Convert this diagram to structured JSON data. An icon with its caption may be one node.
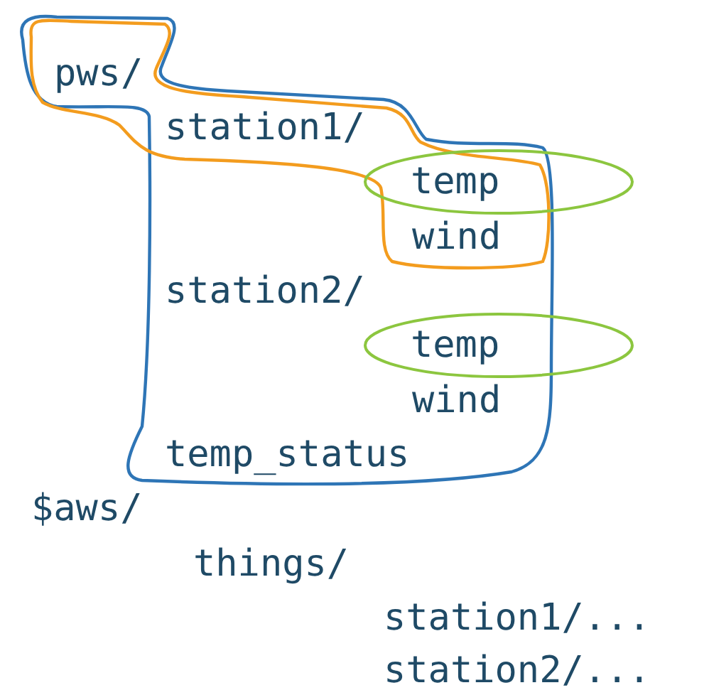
{
  "diagram": {
    "nodes": [
      {
        "text": [
          "temp"
        ]
      },
      {
        "text": [
          "temp"
        ]
      }
    ],
    "labels": [
      "pws/",
      "station1/",
      "wind",
      "station2/",
      "wind",
      "temp_status",
      "$aws/",
      "things/",
      "station1/...",
      "station2/..."
    ]
  }
}
